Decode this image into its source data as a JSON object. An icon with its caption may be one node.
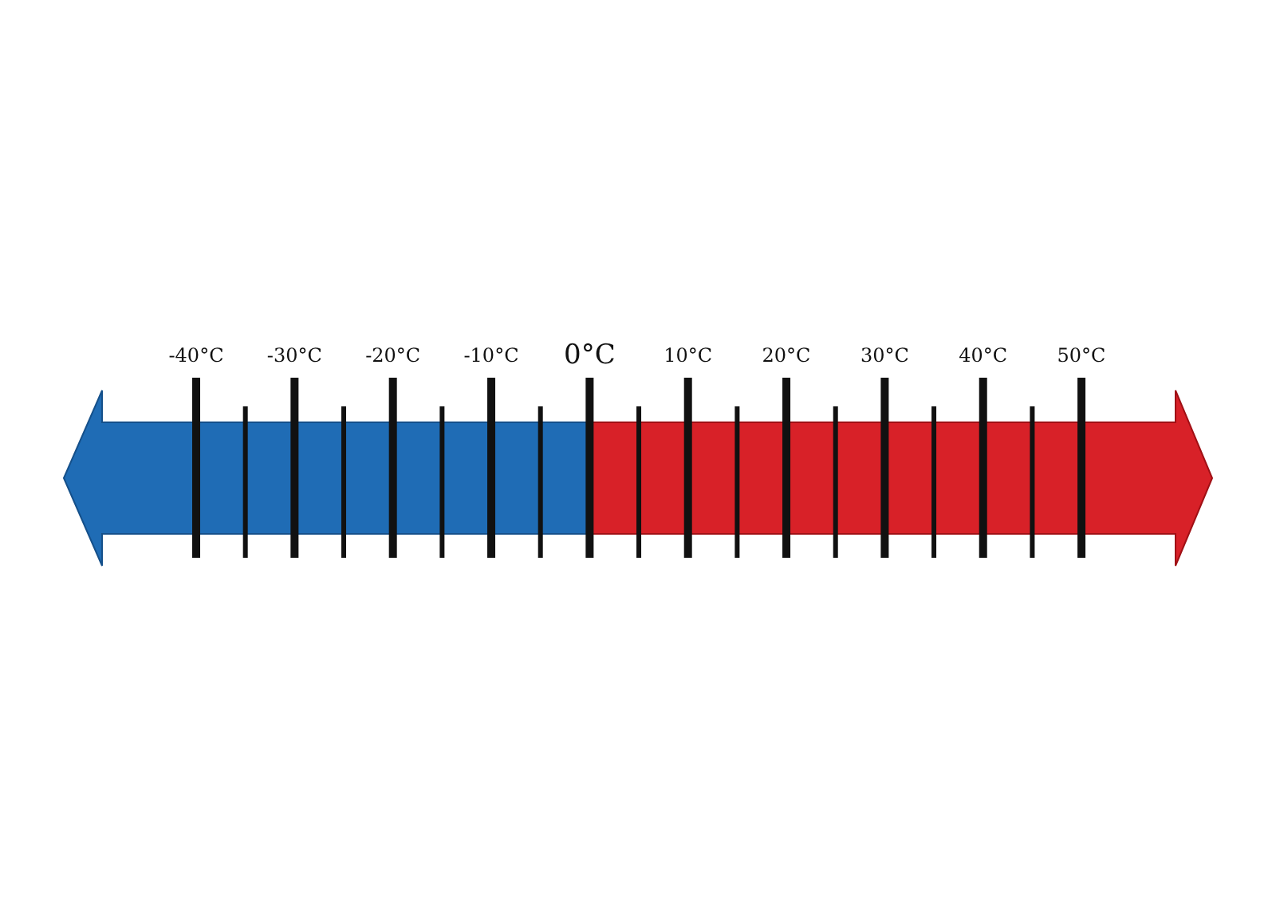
{
  "diagram": {
    "labels": [
      "-40°C",
      "-30°C",
      "-20°C",
      "-10°C",
      "0°C",
      "10°C",
      "20°C",
      "30°C",
      "40°C",
      "50°C"
    ]
  }
}
